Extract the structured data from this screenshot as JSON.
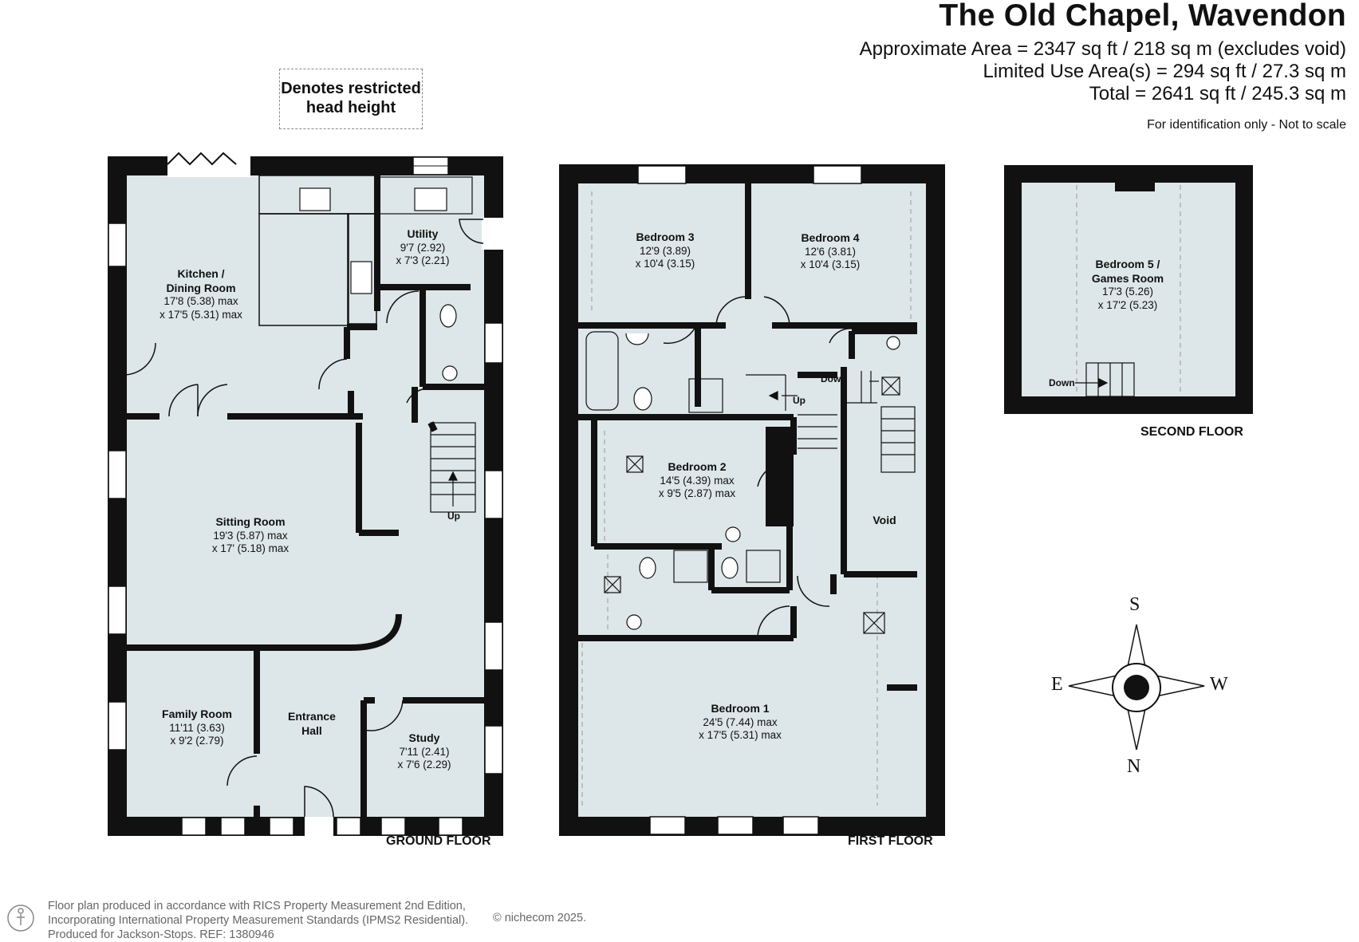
{
  "header": {
    "title": "The Old Chapel, Wavendon",
    "area_line1": "Approximate Area = 2347 sq ft / 218 sq m (excludes void)",
    "area_line2": "Limited Use Area(s) = 294 sq ft / 27.3 sq m",
    "area_line3": "Total = 2641 sq ft / 245.3 sq m",
    "identification": "For identification only - Not to scale"
  },
  "legend": {
    "line1": "Denotes restricted",
    "line2": "head height"
  },
  "floors": {
    "ground": "GROUND FLOOR",
    "first": "FIRST FLOOR",
    "second": "SECOND FLOOR"
  },
  "rooms": {
    "kitchen": {
      "name1": "Kitchen /",
      "name2": "Dining Room",
      "dim1": "17'8 (5.38) max",
      "dim2": "x 17'5 (5.31) max"
    },
    "utility": {
      "name": "Utility",
      "dim1": "9'7 (2.92)",
      "dim2": "x 7'3 (2.21)"
    },
    "sitting": {
      "name": "Sitting Room",
      "dim1": "19'3 (5.87) max",
      "dim2": "x 17' (5.18) max"
    },
    "family": {
      "name": "Family Room",
      "dim1": "11'11 (3.63)",
      "dim2": "x 9'2 (2.79)"
    },
    "entrance": {
      "name1": "Entrance",
      "name2": "Hall"
    },
    "study": {
      "name": "Study",
      "dim1": "7'11 (2.41)",
      "dim2": "x 7'6 (2.29)"
    },
    "bed3": {
      "name": "Bedroom 3",
      "dim1": "12'9 (3.89)",
      "dim2": "x 10'4 (3.15)"
    },
    "bed4": {
      "name": "Bedroom 4",
      "dim1": "12'6 (3.81)",
      "dim2": "x 10'4 (3.15)"
    },
    "bed2": {
      "name": "Bedroom 2",
      "dim1": "14'5 (4.39) max",
      "dim2": "x 9'5 (2.87) max"
    },
    "bed1": {
      "name": "Bedroom 1",
      "dim1": "24'5 (7.44) max",
      "dim2": "x 17'5 (5.31) max"
    },
    "void": {
      "name": "Void"
    },
    "bed5": {
      "name1": "Bedroom 5 /",
      "name2": "Games Room",
      "dim1": "17'3 (5.26)",
      "dim2": "x 17'2 (5.23)"
    }
  },
  "stairs": {
    "up": "Up",
    "down": "Down"
  },
  "compass": {
    "north": "N",
    "south": "S",
    "east": "E",
    "west": "W"
  },
  "footer": {
    "line1": "Floor plan produced in accordance with RICS Property Measurement 2nd Edition,",
    "line2": "Incorporating International Property Measurement Standards (IPMS2 Residential).",
    "line3": "Produced for Jackson-Stops.   REF:  1380946",
    "copyright": "© nichecom 2025."
  },
  "colors": {
    "wall": "#111111",
    "floor": "#dde6e8",
    "restricted": "#9a9a9a"
  }
}
